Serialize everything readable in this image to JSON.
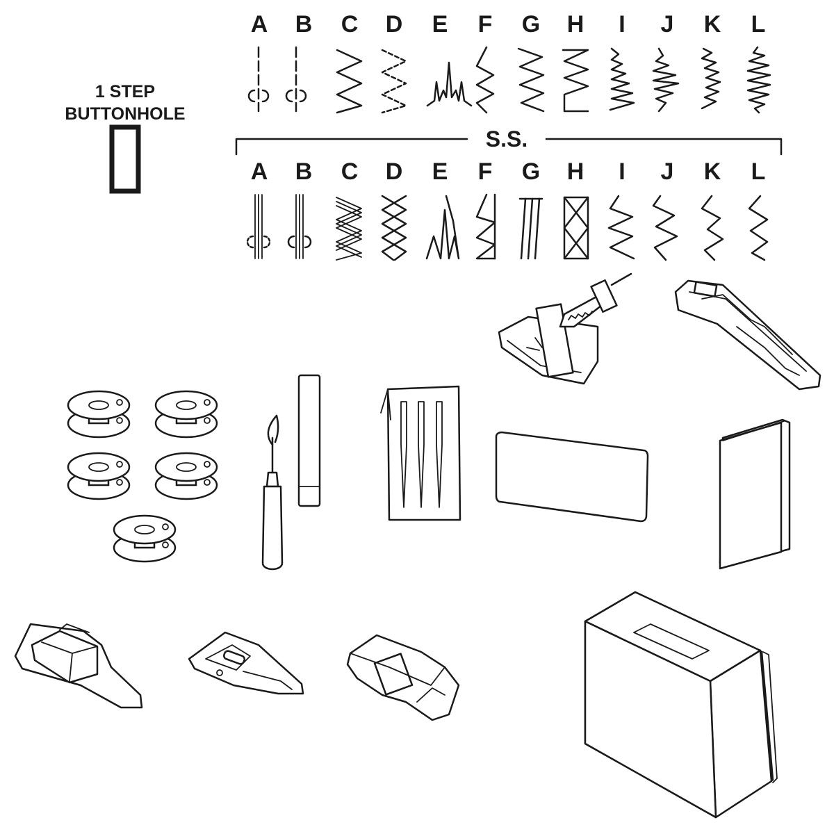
{
  "buttonhole": {
    "line1": "1 STEP",
    "line2": "BUTTONHOLE"
  },
  "row1_letters": [
    "A",
    "B",
    "C",
    "D",
    "E",
    "F",
    "G",
    "H",
    "I",
    "J",
    "K",
    "L"
  ],
  "row2_letters": [
    "A",
    "B",
    "C",
    "D",
    "E",
    "F",
    "G",
    "H",
    "I",
    "J",
    "K",
    "L"
  ],
  "ss_label": "S.S.",
  "accessories": [
    "bobbins",
    "seam-ripper",
    "edge-brush",
    "needle-pack",
    "feed-dog-cover-plate",
    "instruction-manual",
    "darning-foot",
    "buttonhole-foot",
    "overcasting-foot",
    "zigzag-foot",
    "zipper-foot",
    "dust-cover"
  ]
}
